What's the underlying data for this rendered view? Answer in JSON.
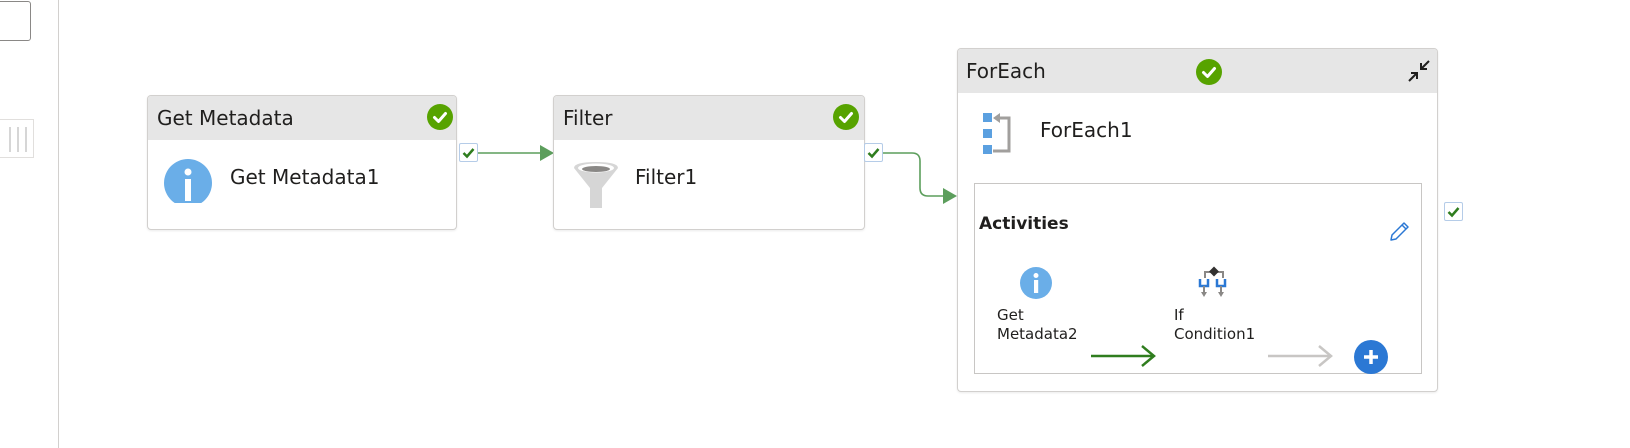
{
  "sidebar": {
    "toggle_icon": "panel-toggle-icon",
    "grip_icon": "collapse-grip-icon"
  },
  "pipeline": {
    "activities": [
      {
        "type_label": "Get Metadata",
        "name": "Get Metadata1",
        "icon": "info-icon",
        "status": "succeeded"
      },
      {
        "type_label": "Filter",
        "name": "Filter1",
        "icon": "funnel-icon",
        "status": "succeeded"
      },
      {
        "type_label": "ForEach",
        "name": "ForEach1",
        "icon": "foreach-loop-icon",
        "status": "succeeded",
        "collapse_icon": "collapse-arrows-icon",
        "inner": {
          "heading": "Activities",
          "edit_icon": "pencil-icon",
          "items": [
            {
              "label_line1": "Get",
              "label_line2": "Metadata2",
              "icon": "info-icon"
            },
            {
              "label_line1": "If",
              "label_line2": "Condition1",
              "icon": "if-condition-icon"
            }
          ],
          "add_icon": "plus-icon"
        }
      }
    ],
    "colors": {
      "success_green": "#57a300",
      "connector_green": "#5c9e5c",
      "inner_arrow_green": "#2f7d1e",
      "inactive_arrow": "#c8c6c4",
      "header_gray": "#e6e6e6",
      "accent_blue": "#2b78d4",
      "info_blue": "#6aaee8"
    }
  }
}
